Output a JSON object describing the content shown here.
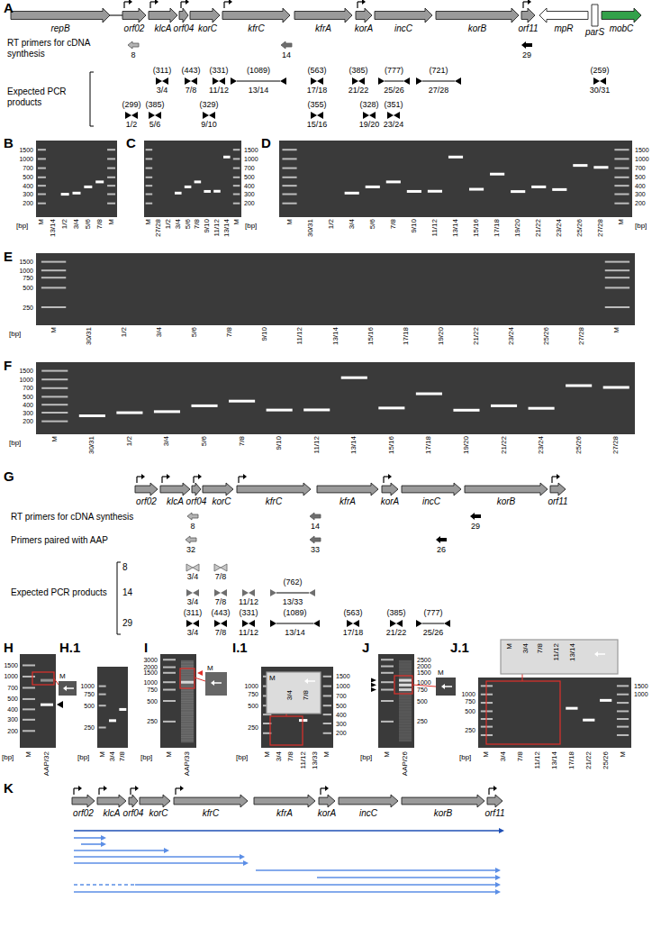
{
  "diagram": {
    "nodes": [
      {
        "text": [
          "repB"
        ]
      },
      {
        "text": [
          "orf02"
        ]
      },
      {
        "text": [
          "klcA"
        ]
      },
      {
        "text": [
          "orf04"
        ]
      },
      {
        "text": [
          "korC"
        ]
      },
      {
        "text": [
          "kfrC"
        ]
      },
      {
        "text": [
          "kfrA"
        ]
      },
      {
        "text": [
          "korA"
        ]
      },
      {
        "text": [
          "incC"
        ]
      },
      {
        "text": [
          "korB"
        ]
      },
      {
        "text": [
          "orf11"
        ]
      },
      {
        "text": [
          "mpR"
        ]
      },
      {
        "text": [
          "parS"
        ]
      },
      {
        "text": [
          "mobC"
        ]
      },
      {
        "text": [
          "orf02"
        ]
      },
      {
        "text": [
          "klcA"
        ]
      },
      {
        "text": [
          "orf04"
        ]
      },
      {
        "text": [
          "korC"
        ]
      },
      {
        "text": [
          "kfrC"
        ]
      },
      {
        "text": [
          "kfrA"
        ]
      },
      {
        "text": [
          "korA"
        ]
      },
      {
        "text": [
          "incC"
        ]
      },
      {
        "text": [
          "korB"
        ]
      },
      {
        "text": [
          "orf11"
        ]
      },
      {
        "text": [
          "orf02"
        ]
      },
      {
        "text": [
          "klcA"
        ]
      },
      {
        "text": [
          "orf04"
        ]
      },
      {
        "text": [
          "korC"
        ]
      },
      {
        "text": [
          "kfrC"
        ]
      },
      {
        "text": [
          "kfrA"
        ]
      },
      {
        "text": [
          "korA"
        ]
      },
      {
        "text": [
          "incC"
        ]
      },
      {
        "text": [
          "korB"
        ]
      },
      {
        "text": [
          "orf11"
        ]
      }
    ],
    "labels": [
      "A",
      "RT primers for cDNA synthesis",
      "8",
      "14",
      "29",
      "Expected PCR products",
      "(311)",
      "3/4",
      "(443)",
      "7/8",
      "(331)",
      "11/12",
      "(1089)",
      "13/14",
      "(563)",
      "17/18",
      "(385)",
      "21/22",
      "(777)",
      "25/26",
      "(721)",
      "27/28",
      "(259)",
      "30/31",
      "(299)",
      "1/2",
      "(385)",
      "5/6",
      "(329)",
      "9/10",
      "(355)",
      "15/16",
      "(328)",
      "19/20",
      "(351)",
      "23/24",
      "B",
      "1500",
      "1000",
      "700",
      "500",
      "400",
      "300",
      "200",
      "[bp]",
      "M",
      "13/14",
      "1/2",
      "3/4",
      "5/6",
      "7/8",
      "M",
      "C",
      "1500",
      "1000",
      "700",
      "500",
      "400",
      "300",
      "200",
      "[bp]",
      "M",
      "27/28",
      "1/2",
      "3/4",
      "5/6",
      "7/8",
      "9/10",
      "11/12",
      "13/14",
      "M",
      "D",
      "1500",
      "1000",
      "700",
      "500",
      "400",
      "300",
      "200",
      "[bp]",
      "M",
      "30/31",
      "1/2",
      "3/4",
      "5/6",
      "7/8",
      "9/10",
      "11/12",
      "13/14",
      "15/16",
      "17/18",
      "19/20",
      "21/22",
      "23/24",
      "25/26",
      "27/28",
      "M",
      "E",
      "1500",
      "1000",
      "750",
      "500",
      "250",
      "[bp]",
      "M",
      "30/31",
      "1/2",
      "3/4",
      "5/6",
      "7/8",
      "9/10",
      "11/12",
      "13/14",
      "15/16",
      "17/18",
      "19/20",
      "21/22",
      "23/24",
      "25/26",
      "27/28",
      "M",
      "F",
      "1500",
      "1000",
      "700",
      "500",
      "400",
      "300",
      "200",
      "[bp]",
      "M",
      "30/31",
      "1/2",
      "3/4",
      "5/6",
      "7/8",
      "9/10",
      "11/12",
      "13/14",
      "15/16",
      "17/18",
      "19/20",
      "21/22",
      "23/24",
      "25/26",
      "27/28",
      "G",
      "RT primers for cDNA synthesis",
      "8",
      "14",
      "29",
      "Primers paired with AAP",
      "32",
      "33",
      "26",
      "Expected PCR products",
      "8",
      "14",
      "29",
      "3/4",
      "7/8",
      "3/4",
      "7/8",
      "11/12",
      "(762)",
      "13/33",
      "(311)",
      "3/4",
      "(443)",
      "7/8",
      "(331)",
      "11/12",
      "(1089)",
      "13/14",
      "(563)",
      "17/18",
      "(385)",
      "21/22",
      "(777)",
      "25/26",
      "H",
      "1500",
      "1000",
      "700",
      "500",
      "400",
      "300",
      "200",
      "[bp]",
      "M",
      "AAP/32",
      "M",
      "H.1",
      "1000",
      "750",
      "500",
      "250",
      "[bp]",
      "M",
      "3/4",
      "7/8",
      "I",
      "3000",
      "2000",
      "1500",
      "1000",
      "750",
      "500",
      "250",
      "[bp]",
      "M",
      "AAP/33",
      "M",
      "I.1",
      "1000",
      "750",
      "500",
      "250",
      "1500",
      "1000",
      "700",
      "500",
      "400",
      "300",
      "200",
      "[bp]",
      "M",
      "3/4",
      "7/8",
      "11/12",
      "13/33",
      "M",
      "M",
      "3/4",
      "7/8",
      "J",
      "2500",
      "2000",
      "1500",
      "1000",
      "750",
      "500",
      "250",
      "[bp]",
      "M",
      "AAP/26",
      "M",
      "J.1",
      "1000",
      "750",
      "500",
      "250",
      "1500",
      "1000",
      "[bp]",
      "M",
      "3/4",
      "7/8",
      "11/12",
      "13/14",
      "17/18",
      "21/22",
      "25/26",
      "M",
      "M",
      "3/4",
      "7/8",
      "11/12",
      "13/14",
      "K"
    ]
  }
}
